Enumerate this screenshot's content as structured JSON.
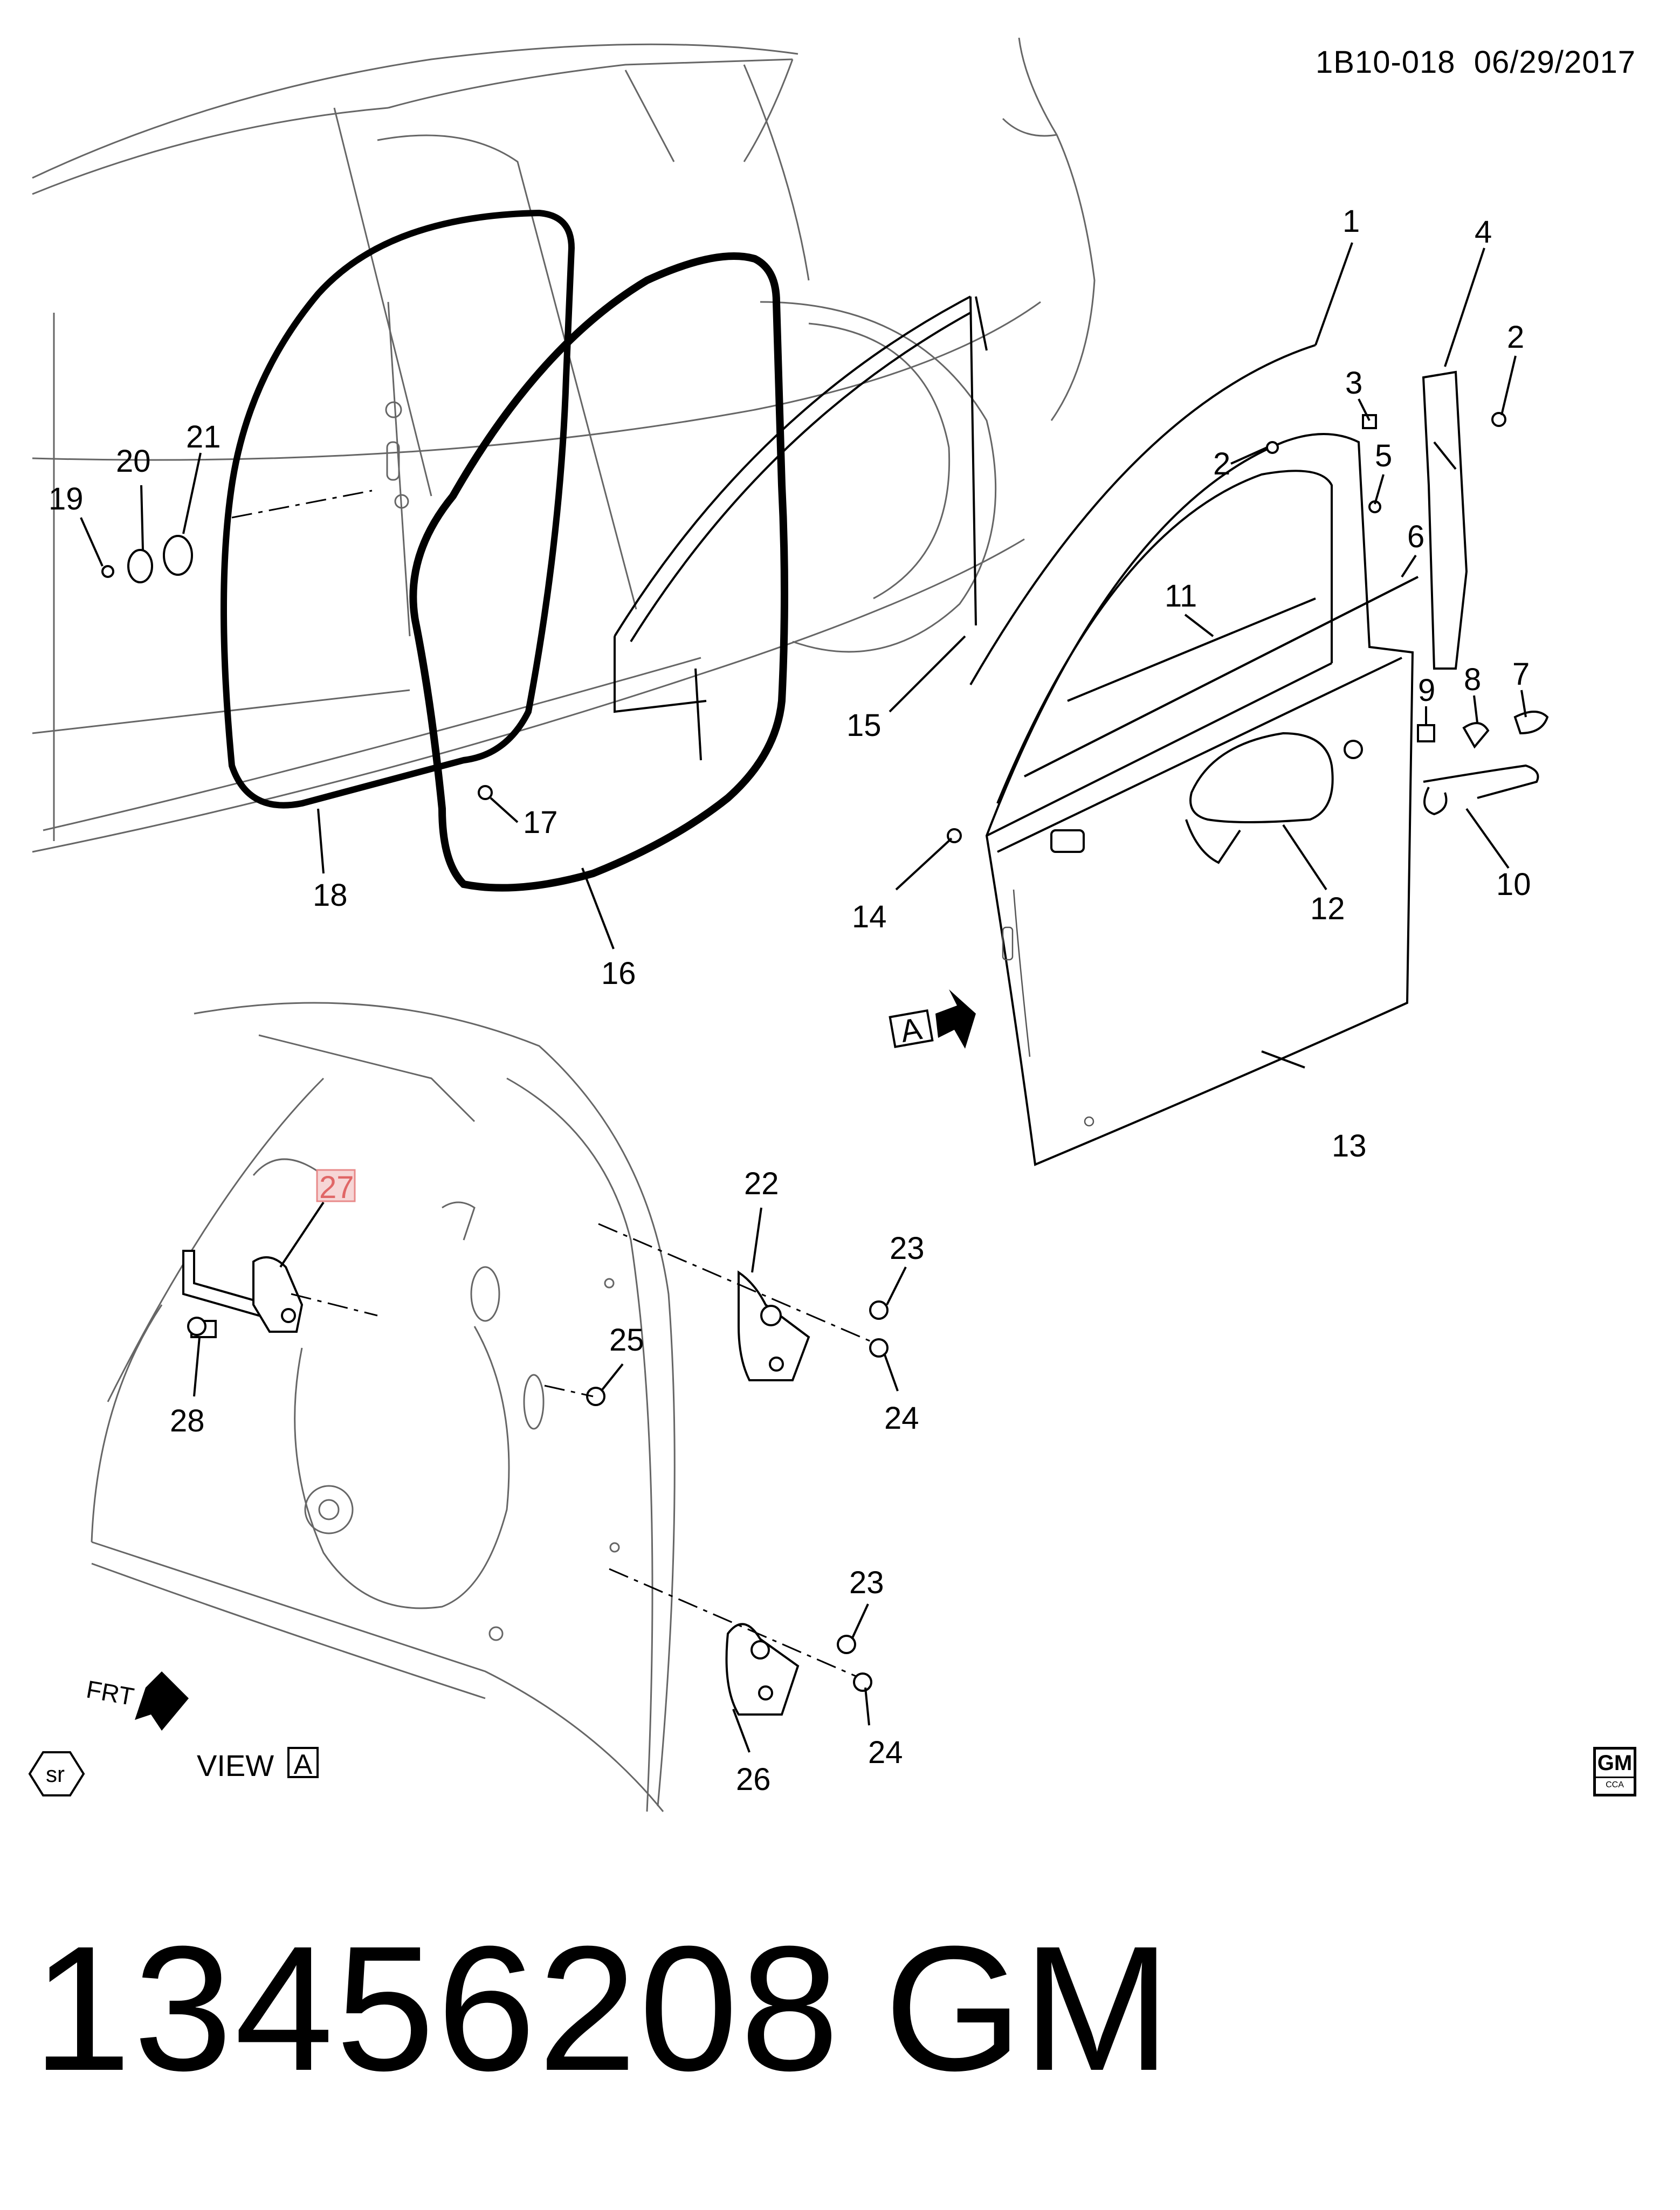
{
  "header": {
    "drawing_id": "1B10-018",
    "date": "06/29/2017"
  },
  "footer": {
    "part_number": "13456208",
    "brand": "GM"
  },
  "view": {
    "label": "VIEW",
    "letter": "A"
  },
  "view_arrow_letter": "A",
  "frt_label": "FRT",
  "sr_badge": "sr",
  "gm_logo": {
    "text": "GM",
    "subtext": "CCA"
  },
  "callouts": [
    "1",
    "2",
    "2",
    "3",
    "4",
    "5",
    "6",
    "7",
    "8",
    "9",
    "10",
    "11",
    "12",
    "13",
    "14",
    "15",
    "16",
    "17",
    "18",
    "19",
    "20",
    "21",
    "22",
    "23",
    "23",
    "24",
    "24",
    "25",
    "26",
    "27",
    "28"
  ],
  "highlighted_callout": "27",
  "colors": {
    "ink": "#000000",
    "body_line": "#666666",
    "highlight": "#e88a8a"
  }
}
